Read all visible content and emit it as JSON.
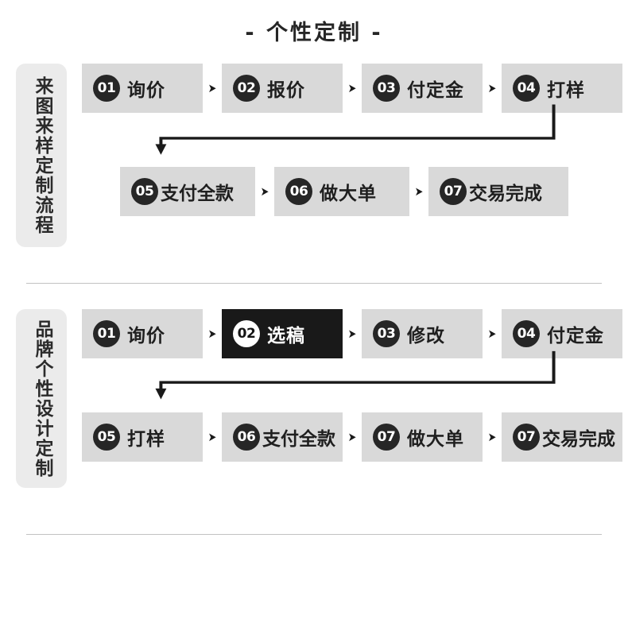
{
  "page": {
    "title": "- 个性定制 -",
    "background_color": "#ffffff",
    "accent_dark": "#262626",
    "step_bg": "#d9d9d9",
    "sidebar_bg": "#ebebeb",
    "divider_color": "#c2c2c2"
  },
  "flows": [
    {
      "sidebar_label": "来图来样定制流程",
      "row1": [
        {
          "number": "01",
          "label": "询价"
        },
        {
          "number": "02",
          "label": "报价"
        },
        {
          "number": "03",
          "label": "付定金"
        },
        {
          "number": "04",
          "label": "打样"
        }
      ],
      "row2": [
        {
          "number": "05",
          "label": "支付全款"
        },
        {
          "number": "06",
          "label": "做大单"
        },
        {
          "number": "07",
          "label": "交易完成"
        }
      ],
      "separator": "➤"
    },
    {
      "sidebar_label": "品牌个性设计定制",
      "row1": [
        {
          "number": "01",
          "label": "询价"
        },
        {
          "number": "02",
          "label": "选稿"
        },
        {
          "number": "03",
          "label": "修改"
        },
        {
          "number": "04",
          "label": "付定金"
        }
      ],
      "row2": [
        {
          "number": "05",
          "label": "打样"
        },
        {
          "number": "06",
          "label": "支付全款"
        },
        {
          "number": "07",
          "label": "做大单"
        },
        {
          "number": "07",
          "label": "交易完成"
        }
      ],
      "separator": "➤"
    }
  ],
  "icons": {
    "arrow_right": "➤",
    "elbow_connector": "elbow-arrow"
  }
}
